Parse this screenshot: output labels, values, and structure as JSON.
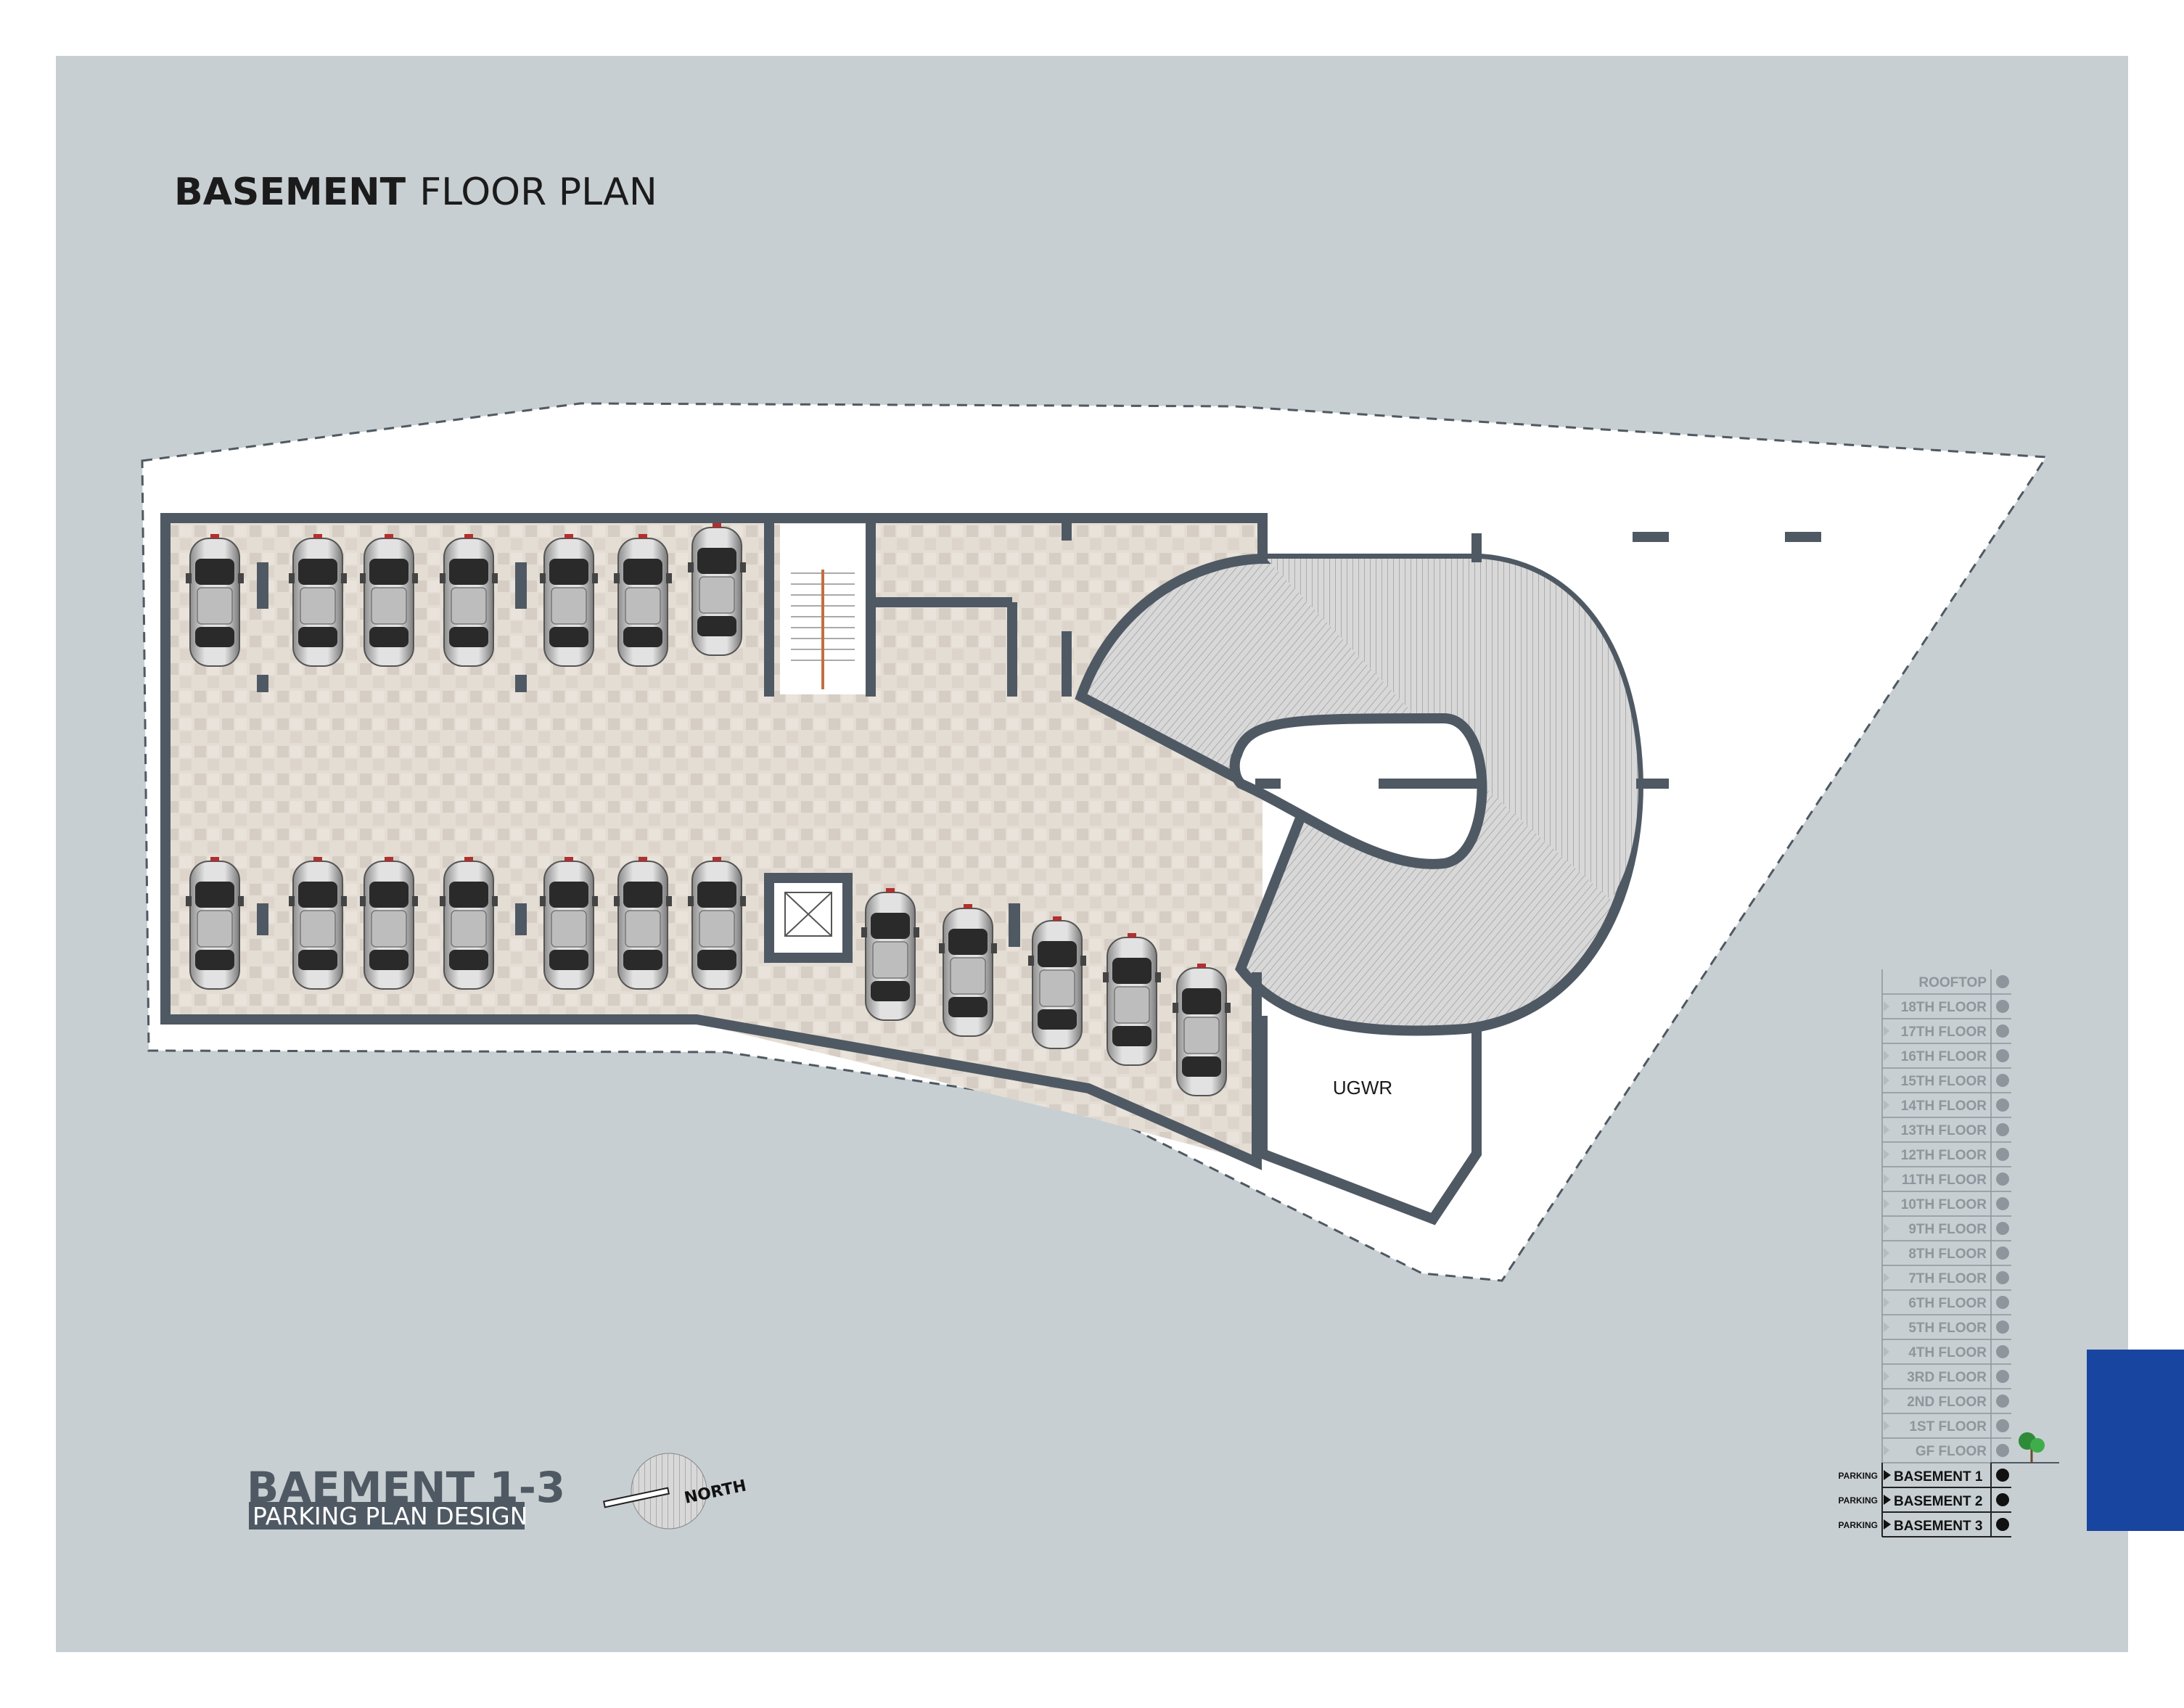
{
  "title": {
    "bold": "BASEMENT",
    "light": "FLOOR PLAN"
  },
  "rooms": {
    "ugwr": "UGWR"
  },
  "badge": {
    "heading": "BAEMENT 1-3",
    "subheading": "PARKING PLAN DESIGN"
  },
  "compass": {
    "label": "NORTH"
  },
  "legend": {
    "floors": [
      "ROOFTOP",
      "18TH FLOOR",
      "17TH FLOOR",
      "16TH FLOOR",
      "15TH FLOOR",
      "14TH FLOOR",
      "13TH FLOOR",
      "12TH FLOOR",
      "11TH FLOOR",
      "10TH FLOOR",
      "9TH FLOOR",
      "8TH FLOOR",
      "7TH FLOOR",
      "6TH FLOOR",
      "5TH FLOOR",
      "4TH FLOOR",
      "3RD FLOOR",
      "2ND FLOOR",
      "1ST FLOOR",
      "GF FLOOR"
    ],
    "basements": [
      {
        "prefix": "PARKING",
        "label": "BASEMENT 1"
      },
      {
        "prefix": "PARKING",
        "label": "BASEMENT 2"
      },
      {
        "prefix": "PARKING",
        "label": "BASEMENT 3"
      }
    ]
  },
  "colors": {
    "background": "#c8cfd2",
    "wall": "#4f5963",
    "floor": "#e2dbd2",
    "accent_blue": "#1845a0",
    "tree": "#2e8b3a"
  }
}
